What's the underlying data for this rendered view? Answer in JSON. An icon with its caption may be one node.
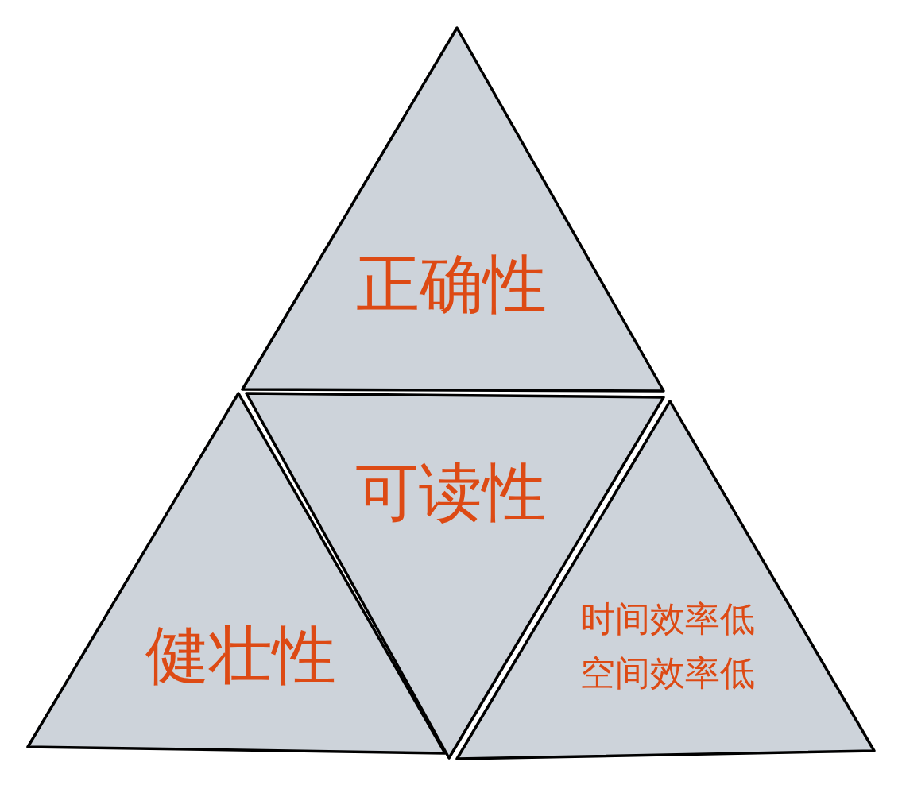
{
  "diagram": {
    "nodes": [
      {
        "text": [
          "正确性"
        ]
      },
      {
        "text": [
          "可读性"
        ]
      },
      {
        "text": [
          "健壮性"
        ]
      },
      {
        "text": [
          "时间效率低",
          "空间效率低"
        ]
      }
    ]
  }
}
